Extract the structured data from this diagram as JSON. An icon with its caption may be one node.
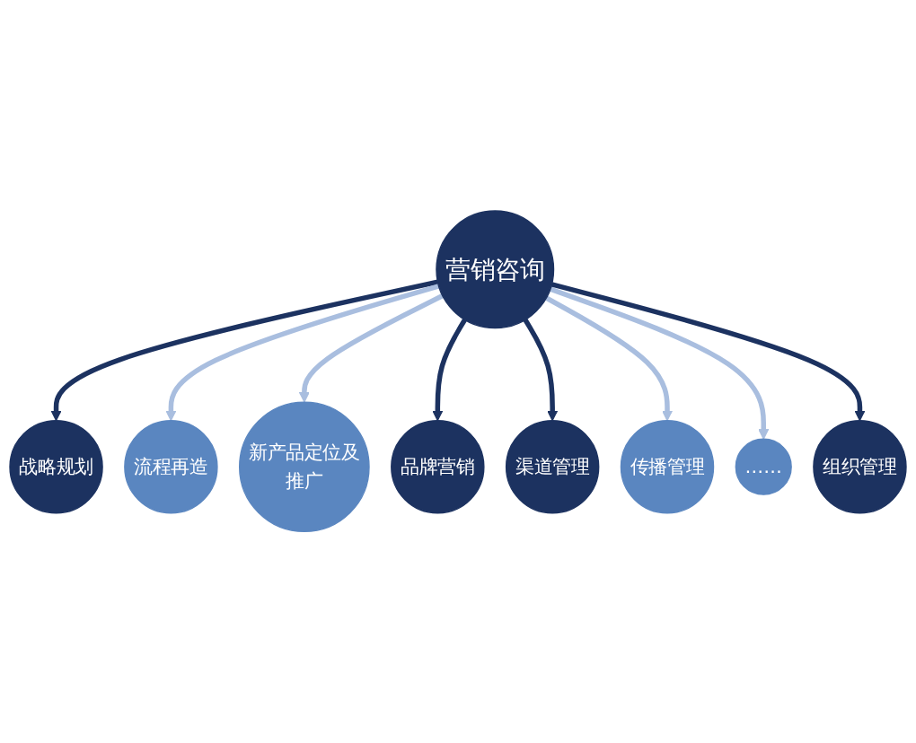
{
  "diagram": {
    "nodes": [
      {
        "text": [
          "战略规划"
        ]
      },
      {
        "text": [
          "流程再造"
        ]
      },
      {
        "text": [
          "新产品定位及推广"
        ]
      },
      {
        "text": [
          "品牌营销"
        ]
      },
      {
        "text": [
          "营销咨询"
        ]
      },
      {
        "text": [
          "渠道管理"
        ]
      },
      {
        "text": [
          "传播管理"
        ]
      },
      {
        "text": [
          "……"
        ]
      },
      {
        "text": [
          "组织管理"
        ]
      }
    ],
    "edges": [
      {
        "from": 4,
        "to": 0,
        "arrow": "to"
      },
      {
        "from": 4,
        "to": 1,
        "arrow": "to",
        "color": "#a9bedf"
      },
      {
        "from": 4,
        "to": 2,
        "arrow": "to",
        "color": "#a9bedf"
      },
      {
        "from": 4,
        "to": 3,
        "arrow": "to"
      },
      {
        "from": 4,
        "to": 5,
        "arrow": "to"
      },
      {
        "from": 4,
        "to": 6,
        "arrow": "to",
        "color": "#a9bedf"
      },
      {
        "from": 4,
        "to": 7,
        "arrow": "to",
        "color": "#a9bedf"
      },
      {
        "from": 4,
        "to": 8,
        "arrow": "to"
      }
    ]
  }
}
